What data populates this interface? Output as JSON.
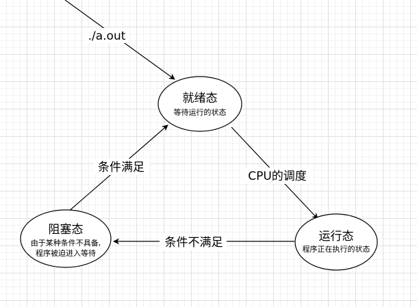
{
  "colors": {
    "stroke": "#000000",
    "node_fill": "#ffffff",
    "label_background": "#ffffff"
  },
  "nodes": {
    "ready": {
      "title": "就绪态",
      "subtitle_lines": [
        "等待运行的状态"
      ]
    },
    "running": {
      "title": "运行态",
      "subtitle_lines": [
        "程序正在执行的状态"
      ]
    },
    "blocked": {
      "title": "阻塞态",
      "subtitle_lines": [
        "由于某种条件不具备,",
        "程序被迫进入等待"
      ]
    }
  },
  "edges": {
    "start_to_ready": {
      "label": "./a.out"
    },
    "ready_to_running": {
      "label": "CPU的调度"
    },
    "running_to_blocked": {
      "label": "条件不满足"
    },
    "blocked_to_ready": {
      "label": "条件满足"
    }
  }
}
